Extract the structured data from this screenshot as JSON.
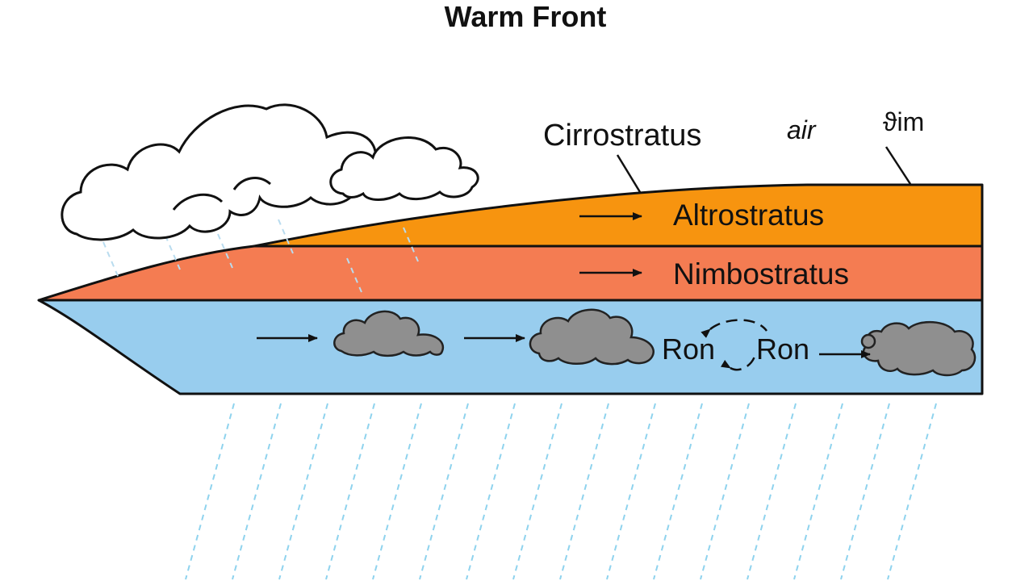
{
  "title": "Warm Front",
  "labels": {
    "cirrostratus": "Cirrostratus",
    "air": "air",
    "corner": "ϑim",
    "altostratus": "Altrostratus",
    "nimbostratus": "Nimbostratus",
    "rain_left": "Ron",
    "rain_right": "Ron"
  },
  "colors": {
    "altostratus_layer": "#f7940f",
    "nimbostratus_layer": "#f47c52",
    "cold_air_layer": "#98cdee",
    "rain_streaks": "#8fd3ee",
    "grey_cloud": "#8f8f8f"
  },
  "icons": [
    "white-cloud-icon",
    "grey-cloud-icon",
    "right-arrow-icon",
    "curved-arrow-icon"
  ]
}
